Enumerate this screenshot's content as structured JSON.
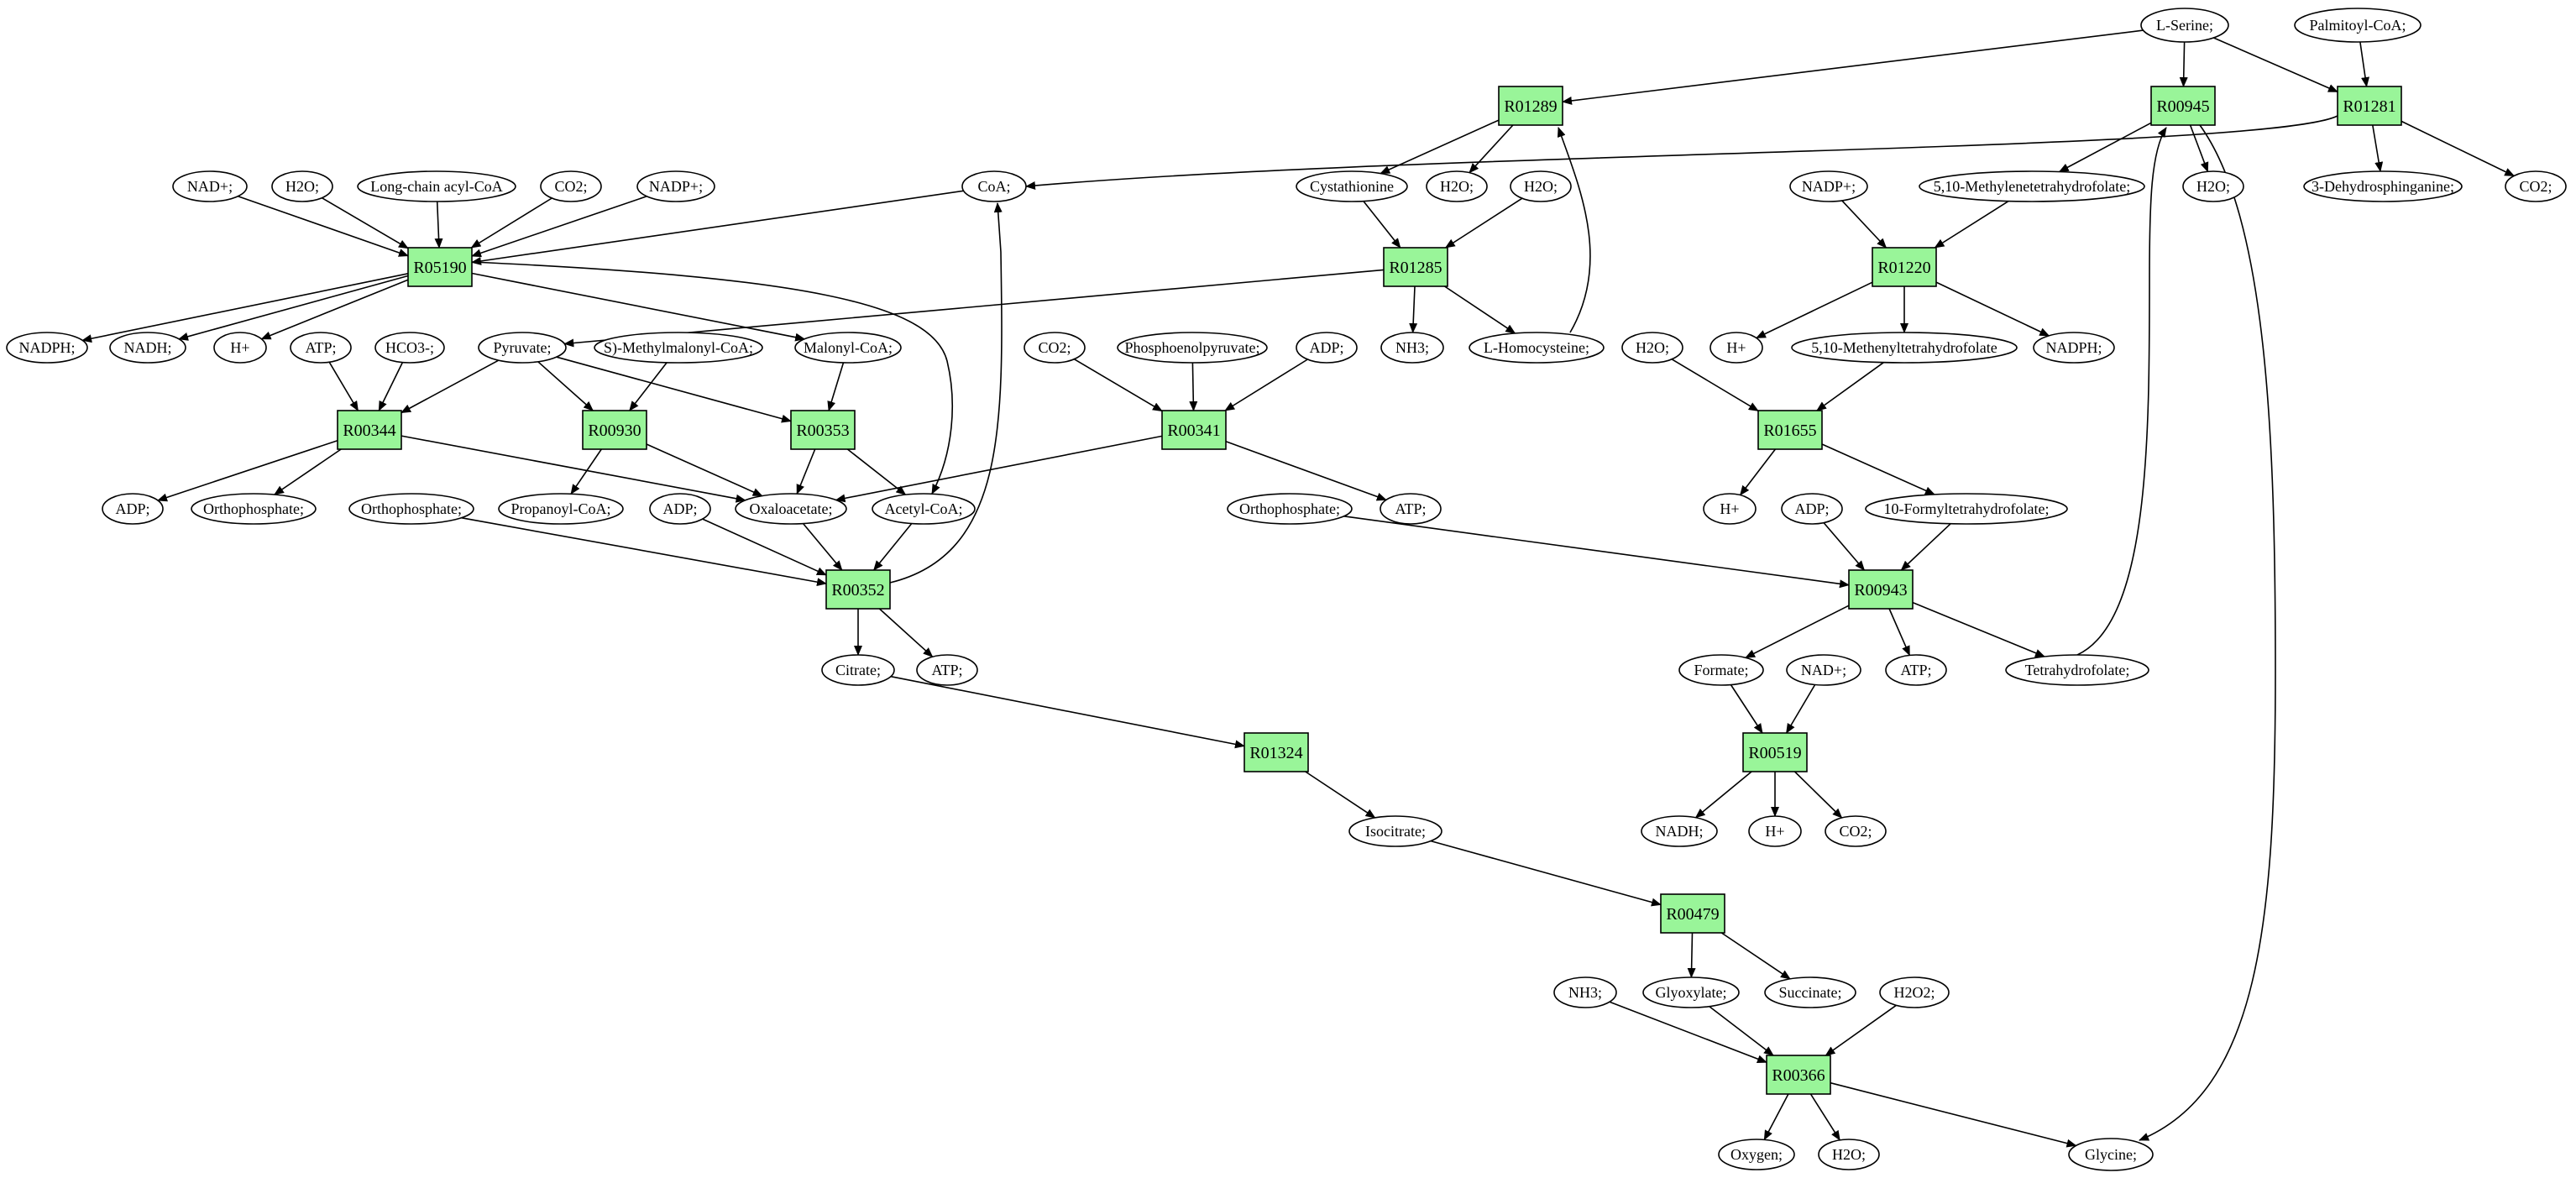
{
  "colors": {
    "reaction_fill": "#99f599",
    "source_fill": "#00ee00",
    "target_fill": "#ffff00",
    "node_fill": "#ffffff",
    "stroke": "#000000"
  },
  "reactions": [
    {
      "id": "r05190",
      "label": "R05190"
    },
    {
      "id": "r01289",
      "label": "R01289"
    },
    {
      "id": "r00945",
      "label": "R00945"
    },
    {
      "id": "r01281",
      "label": "R01281"
    },
    {
      "id": "r01285",
      "label": "R01285"
    },
    {
      "id": "r01220",
      "label": "R01220"
    },
    {
      "id": "r00344",
      "label": "R00344"
    },
    {
      "id": "r00930",
      "label": "R00930"
    },
    {
      "id": "r00353",
      "label": "R00353"
    },
    {
      "id": "r00341",
      "label": "R00341"
    },
    {
      "id": "r01655",
      "label": "R01655"
    },
    {
      "id": "r00352",
      "label": "R00352"
    },
    {
      "id": "r00943",
      "label": "R00943"
    },
    {
      "id": "r01324",
      "label": "R01324"
    },
    {
      "id": "r00519",
      "label": "R00519"
    },
    {
      "id": "r00479",
      "label": "R00479"
    },
    {
      "id": "r00366",
      "label": "R00366"
    }
  ],
  "compounds": [
    {
      "id": "lserine",
      "label": "L-Serine;",
      "kind": "source"
    },
    {
      "id": "palmitoylcoa",
      "label": "Palmitoyl-CoA;"
    },
    {
      "id": "coa",
      "label": "CoA;"
    },
    {
      "id": "cystathionine",
      "label": "Cystathionine"
    },
    {
      "id": "h2o_289",
      "label": "H2O;"
    },
    {
      "id": "h2o_285in",
      "label": "H2O;"
    },
    {
      "id": "methylenethf",
      "label": "5,10-Methylenetetrahydrofolate;"
    },
    {
      "id": "h2o_945",
      "label": "H2O;"
    },
    {
      "id": "dehydrosphinganine",
      "label": "3-Dehydrosphinganine;"
    },
    {
      "id": "co2_281",
      "label": "CO2;"
    },
    {
      "id": "nadplus_5190",
      "label": "NAD+;"
    },
    {
      "id": "h2o_5190",
      "label": "H2O;"
    },
    {
      "id": "lcacylcoa",
      "label": "Long-chain acyl-CoA"
    },
    {
      "id": "co2_5190",
      "label": "CO2;"
    },
    {
      "id": "nadpplus_5190",
      "label": "NADP+;"
    },
    {
      "id": "nadpplus_1220",
      "label": "NADP+;"
    },
    {
      "id": "nadph_5190",
      "label": "NADPH;"
    },
    {
      "id": "nadh_5190",
      "label": "NADH;"
    },
    {
      "id": "hplus_5190",
      "label": "H+"
    },
    {
      "id": "atp_344",
      "label": "ATP;"
    },
    {
      "id": "hco3",
      "label": "HCO3-;"
    },
    {
      "id": "pyruvate",
      "label": "Pyruvate;"
    },
    {
      "id": "smethylmalonylcoa",
      "label": "S)-Methylmalonyl-CoA;"
    },
    {
      "id": "malonylcoa",
      "label": "Malonyl-CoA;"
    },
    {
      "id": "co2_341",
      "label": "CO2;"
    },
    {
      "id": "pep",
      "label": "Phosphoenolpyruvate;"
    },
    {
      "id": "adp_341",
      "label": "ADP;"
    },
    {
      "id": "nh3_285",
      "label": "NH3;"
    },
    {
      "id": "lhomocysteine",
      "label": "L-Homocysteine;"
    },
    {
      "id": "h2o_1655",
      "label": "H2O;"
    },
    {
      "id": "hplus_1220",
      "label": "H+"
    },
    {
      "id": "methenylthf",
      "label": "5,10-Methenyltetrahydrofolate"
    },
    {
      "id": "nadph_1220",
      "label": "NADPH;"
    },
    {
      "id": "adp_344",
      "label": "ADP;"
    },
    {
      "id": "orthophosphate_344",
      "label": "Orthophosphate;"
    },
    {
      "id": "orthophosphate_352",
      "label": "Orthophosphate;"
    },
    {
      "id": "propanoylcoa",
      "label": "Propanoyl-CoA;"
    },
    {
      "id": "adp_352",
      "label": "ADP;"
    },
    {
      "id": "oxaloacetate",
      "label": "Oxaloacetate;"
    },
    {
      "id": "acetylcoa",
      "label": "Acetyl-CoA;"
    },
    {
      "id": "orthophosphate_943",
      "label": "Orthophosphate;"
    },
    {
      "id": "atp_341",
      "label": "ATP;"
    },
    {
      "id": "hplus_1655",
      "label": "H+"
    },
    {
      "id": "adp_943",
      "label": "ADP;"
    },
    {
      "id": "formylthf",
      "label": "10-Formyltetrahydrofolate;"
    },
    {
      "id": "citrate",
      "label": "Citrate;"
    },
    {
      "id": "atp_352",
      "label": "ATP;"
    },
    {
      "id": "formate",
      "label": "Formate;"
    },
    {
      "id": "nadplus_519",
      "label": "NAD+;"
    },
    {
      "id": "atp_943",
      "label": "ATP;"
    },
    {
      "id": "thf",
      "label": "Tetrahydrofolate;"
    },
    {
      "id": "nadh_519",
      "label": "NADH;"
    },
    {
      "id": "hplus_519",
      "label": "H+"
    },
    {
      "id": "co2_519",
      "label": "CO2;"
    },
    {
      "id": "isocitrate",
      "label": "Isocitrate;"
    },
    {
      "id": "nh3_366",
      "label": "NH3;"
    },
    {
      "id": "glyoxylate",
      "label": "Glyoxylate;"
    },
    {
      "id": "succinate",
      "label": "Succinate;"
    },
    {
      "id": "h2o2",
      "label": "H2O2;"
    },
    {
      "id": "oxygen",
      "label": "Oxygen;"
    },
    {
      "id": "h2o_366",
      "label": "H2O;"
    },
    {
      "id": "glycine",
      "label": "Glycine;",
      "kind": "target"
    }
  ],
  "edges": [
    [
      "lserine",
      "r01289"
    ],
    [
      "lserine",
      "r00945"
    ],
    [
      "lserine",
      "r01281"
    ],
    [
      "palmitoylcoa",
      "r01281"
    ],
    [
      "r01281",
      "dehydrosphinganine"
    ],
    [
      "r01281",
      "co2_281"
    ],
    [
      "r01281",
      "coa"
    ],
    [
      "r00945",
      "methylenethf"
    ],
    [
      "r00945",
      "h2o_945"
    ],
    [
      "r00945",
      "glycine"
    ],
    [
      "r01289",
      "cystathionine"
    ],
    [
      "r01289",
      "h2o_289"
    ],
    [
      "cystathionine",
      "r01285"
    ],
    [
      "h2o_285in",
      "r01285"
    ],
    [
      "r01285",
      "nh3_285"
    ],
    [
      "r01285",
      "lhomocysteine"
    ],
    [
      "r01285",
      "pyruvate"
    ],
    [
      "lhomocysteine",
      "r01289"
    ],
    [
      "nadpplus_1220",
      "r01220"
    ],
    [
      "methylenethf",
      "r01220"
    ],
    [
      "r01220",
      "hplus_1220"
    ],
    [
      "r01220",
      "methenylthf"
    ],
    [
      "r01220",
      "nadph_1220"
    ],
    [
      "h2o_1655",
      "r01655"
    ],
    [
      "methenylthf",
      "r01655"
    ],
    [
      "r01655",
      "hplus_1655"
    ],
    [
      "r01655",
      "formylthf"
    ],
    [
      "adp_943",
      "r00943"
    ],
    [
      "formylthf",
      "r00943"
    ],
    [
      "orthophosphate_943",
      "r00943"
    ],
    [
      "r00943",
      "formate"
    ],
    [
      "r00943",
      "atp_943"
    ],
    [
      "r00943",
      "thf"
    ],
    [
      "thf",
      "r00945"
    ],
    [
      "formate",
      "r00519"
    ],
    [
      "nadplus_519",
      "r00519"
    ],
    [
      "r00519",
      "nadh_519"
    ],
    [
      "r00519",
      "hplus_519"
    ],
    [
      "r00519",
      "co2_519"
    ],
    [
      "nadplus_5190",
      "r05190"
    ],
    [
      "h2o_5190",
      "r05190"
    ],
    [
      "lcacylcoa",
      "r05190"
    ],
    [
      "co2_5190",
      "r05190"
    ],
    [
      "nadpplus_5190",
      "r05190"
    ],
    [
      "coa",
      "r05190"
    ],
    [
      "r05190",
      "nadph_5190"
    ],
    [
      "r05190",
      "nadh_5190"
    ],
    [
      "r05190",
      "hplus_5190"
    ],
    [
      "r05190",
      "malonylcoa"
    ],
    [
      "r05190",
      "acetylcoa"
    ],
    [
      "atp_344",
      "r00344"
    ],
    [
      "hco3",
      "r00344"
    ],
    [
      "pyruvate",
      "r00344"
    ],
    [
      "r00344",
      "adp_344"
    ],
    [
      "r00344",
      "orthophosphate_344"
    ],
    [
      "r00344",
      "oxaloacetate"
    ],
    [
      "pyruvate",
      "r00930"
    ],
    [
      "smethylmalonylcoa",
      "r00930"
    ],
    [
      "r00930",
      "propanoylcoa"
    ],
    [
      "r00930",
      "oxaloacetate"
    ],
    [
      "pyruvate",
      "r00353"
    ],
    [
      "malonylcoa",
      "r00353"
    ],
    [
      "r00353",
      "oxaloacetate"
    ],
    [
      "r00353",
      "acetylcoa"
    ],
    [
      "co2_341",
      "r00341"
    ],
    [
      "pep",
      "r00341"
    ],
    [
      "adp_341",
      "r00341"
    ],
    [
      "r00341",
      "oxaloacetate"
    ],
    [
      "r00341",
      "atp_341"
    ],
    [
      "orthophosphate_352",
      "r00352"
    ],
    [
      "adp_352",
      "r00352"
    ],
    [
      "oxaloacetate",
      "r00352"
    ],
    [
      "acetylcoa",
      "r00352"
    ],
    [
      "r00352",
      "citrate"
    ],
    [
      "r00352",
      "atp_352"
    ],
    [
      "r00352",
      "coa"
    ],
    [
      "citrate",
      "r01324"
    ],
    [
      "r01324",
      "isocitrate"
    ],
    [
      "isocitrate",
      "r00479"
    ],
    [
      "r00479",
      "glyoxylate"
    ],
    [
      "r00479",
      "succinate"
    ],
    [
      "nh3_366",
      "r00366"
    ],
    [
      "glyoxylate",
      "r00366"
    ],
    [
      "h2o2",
      "r00366"
    ],
    [
      "r00366",
      "oxygen"
    ],
    [
      "r00366",
      "h2o_366"
    ],
    [
      "r00366",
      "glycine"
    ]
  ]
}
